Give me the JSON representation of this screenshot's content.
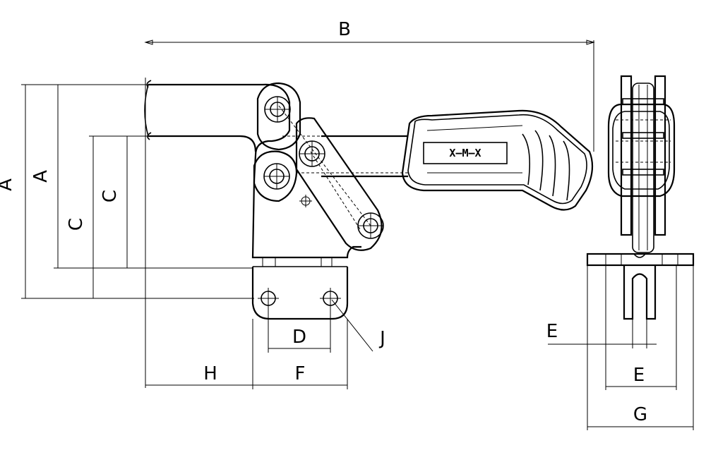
{
  "dimensions": {
    "a_outer": "A",
    "a_inner": "A",
    "b": "B",
    "c_outer": "C",
    "c_inner": "C",
    "d": "D",
    "e_upper": "E",
    "e_lower": "E",
    "f": "F",
    "g": "G",
    "h": "H",
    "j": "J"
  },
  "handle": {
    "logo": "X–M–X"
  },
  "colors": {
    "line": "#000000",
    "background": "#ffffff"
  }
}
